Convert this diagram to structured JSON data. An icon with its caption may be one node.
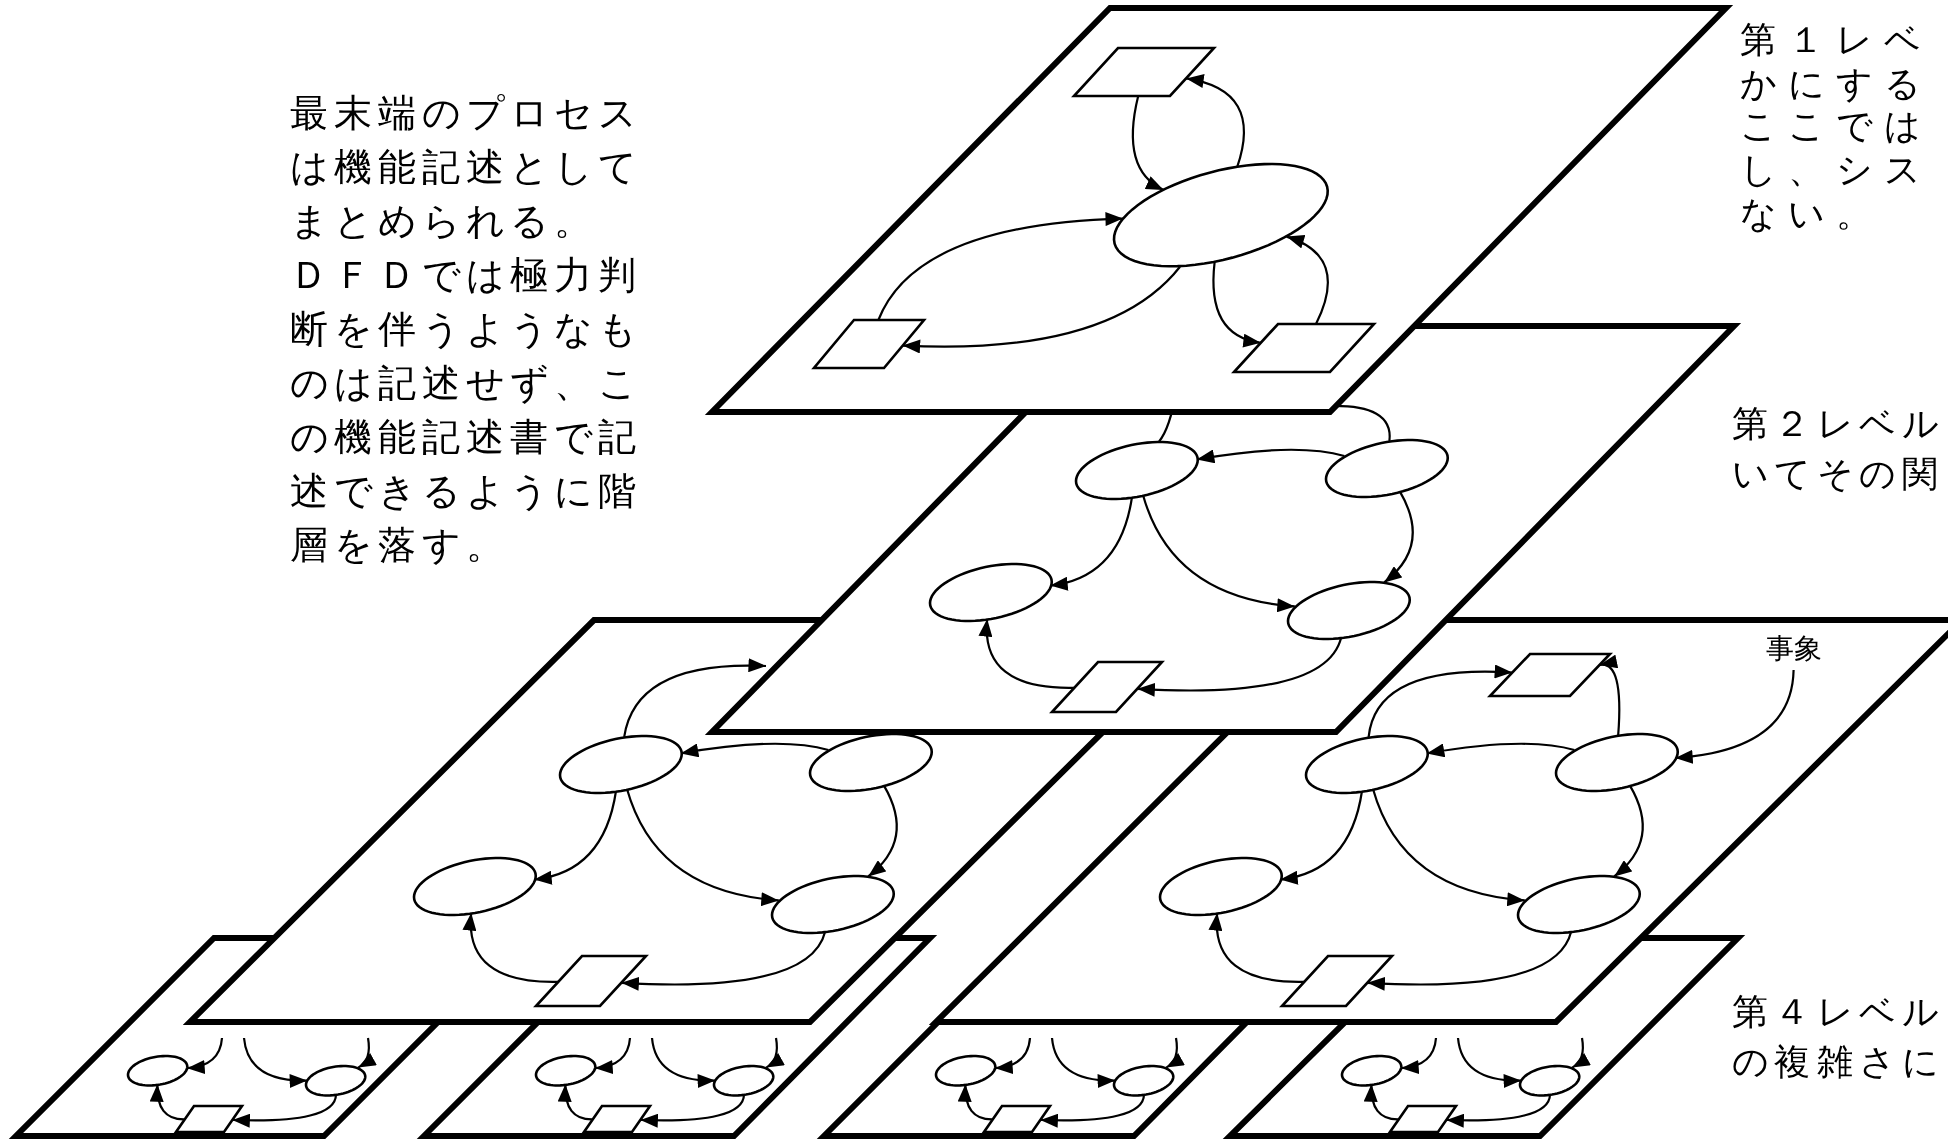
{
  "diagram": {
    "nodes": [
      {
        "text": [],
        "shape": "parallelogram"
      },
      {
        "text": [],
        "shape": "ellipse"
      },
      {
        "text": [],
        "shape": "parallelogram"
      },
      {
        "text": [],
        "shape": "parallelogram"
      },
      {
        "text": [],
        "shape": "ellipse"
      },
      {
        "text": [],
        "shape": "ellipse"
      },
      {
        "text": [],
        "shape": "ellipse"
      },
      {
        "text": [],
        "shape": "ellipse"
      },
      {
        "text": [],
        "shape": "parallelogram"
      },
      {
        "text": [],
        "shape": "ellipse"
      },
      {
        "text": [],
        "shape": "ellipse"
      },
      {
        "text": [],
        "shape": "ellipse"
      },
      {
        "text": [],
        "shape": "ellipse"
      },
      {
        "text": [],
        "shape": "parallelogram"
      },
      {
        "text": [],
        "shape": "parallelogram"
      },
      {
        "text": [],
        "shape": "ellipse"
      },
      {
        "text": [],
        "shape": "ellipse"
      },
      {
        "text": [],
        "shape": "ellipse"
      },
      {
        "text": [],
        "shape": "ellipse"
      },
      {
        "text": [],
        "shape": "parallelogram"
      },
      {
        "text": [
          "事象"
        ]
      },
      {
        "text": [],
        "shape": "ellipse"
      },
      {
        "text": [],
        "shape": "ellipse"
      },
      {
        "text": [],
        "shape": "parallelogram"
      },
      {
        "text": [],
        "shape": "ellipse"
      },
      {
        "text": [],
        "shape": "ellipse"
      },
      {
        "text": [],
        "shape": "parallelogram"
      },
      {
        "text": [],
        "shape": "ellipse"
      },
      {
        "text": [],
        "shape": "ellipse"
      },
      {
        "text": [],
        "shape": "parallelogram"
      },
      {
        "text": [],
        "shape": "ellipse"
      },
      {
        "text": [],
        "shape": "ellipse"
      },
      {
        "text": [],
        "shape": "parallelogram"
      }
    ],
    "edges": [
      {
        "from": 0,
        "to": 1,
        "arrow": "to"
      },
      {
        "from": 1,
        "to": 0,
        "arrow": "to"
      },
      {
        "from": 1,
        "to": 2,
        "arrow": "to"
      },
      {
        "from": 2,
        "to": 1,
        "arrow": "to"
      },
      {
        "from": 1,
        "to": 3,
        "arrow": "to"
      },
      {
        "from": 3,
        "to": 1,
        "arrow": "to"
      },
      {
        "from": 4,
        "to": null,
        "arrow": "none"
      },
      {
        "from": 5,
        "to": null,
        "arrow": "none"
      },
      {
        "from": 5,
        "to": 4,
        "arrow": "to"
      },
      {
        "from": 4,
        "to": 6,
        "arrow": "to"
      },
      {
        "from": 4,
        "to": 7,
        "arrow": "to"
      },
      {
        "from": 5,
        "to": 7,
        "arrow": "to"
      },
      {
        "from": 7,
        "to": 8,
        "arrow": "to"
      },
      {
        "from": 8,
        "to": 6,
        "arrow": "to"
      },
      {
        "from": 9,
        "to": null,
        "arrow": "to"
      },
      {
        "from": 10,
        "to": 9,
        "arrow": "to"
      },
      {
        "from": 9,
        "to": 11,
        "arrow": "to"
      },
      {
        "from": 9,
        "to": 12,
        "arrow": "to"
      },
      {
        "from": 10,
        "to": 12,
        "arrow": "to"
      },
      {
        "from": 12,
        "to": 13,
        "arrow": "to"
      },
      {
        "from": 13,
        "to": 11,
        "arrow": "to"
      },
      {
        "from": 16,
        "to": 15,
        "arrow": "to"
      },
      {
        "from": 16,
        "to": 14,
        "arrow": "to"
      },
      {
        "from": 15,
        "to": 14,
        "arrow": "to"
      },
      {
        "from": 15,
        "to": 17,
        "arrow": "to"
      },
      {
        "from": 15,
        "to": 18,
        "arrow": "to"
      },
      {
        "from": 16,
        "to": 18,
        "arrow": "to"
      },
      {
        "from": 18,
        "to": 19,
        "arrow": "to"
      },
      {
        "from": 19,
        "to": 17,
        "arrow": "to"
      },
      {
        "from": 20,
        "to": 16,
        "arrow": "to"
      },
      {
        "from": null,
        "to": 21,
        "arrow": "to"
      },
      {
        "from": null,
        "to": 22,
        "arrow": "to"
      },
      {
        "from": null,
        "to": 22,
        "arrow": "to"
      },
      {
        "from": 22,
        "to": 23,
        "arrow": "to"
      },
      {
        "from": 23,
        "to": 21,
        "arrow": "to"
      },
      {
        "from": null,
        "to": 24,
        "arrow": "to"
      },
      {
        "from": null,
        "to": 25,
        "arrow": "to"
      },
      {
        "from": null,
        "to": 25,
        "arrow": "to"
      },
      {
        "from": 25,
        "to": 26,
        "arrow": "to"
      },
      {
        "from": 26,
        "to": 24,
        "arrow": "to"
      },
      {
        "from": null,
        "to": 27,
        "arrow": "to"
      },
      {
        "from": null,
        "to": 28,
        "arrow": "to"
      },
      {
        "from": null,
        "to": 28,
        "arrow": "to"
      },
      {
        "from": 28,
        "to": 29,
        "arrow": "to"
      },
      {
        "from": 29,
        "to": 27,
        "arrow": "to"
      },
      {
        "from": null,
        "to": 30,
        "arrow": "to"
      },
      {
        "from": null,
        "to": 31,
        "arrow": "to"
      },
      {
        "from": null,
        "to": 31,
        "arrow": "to"
      },
      {
        "from": 31,
        "to": 32,
        "arrow": "to"
      },
      {
        "from": 32,
        "to": 30,
        "arrow": "to"
      }
    ],
    "labels": [
      "最末端のプロセスは機能記述としてまとめられる。",
      "ＤＦＤでは極力判断を伴うようなものは記述せず、この機能記述書で記述できるように階層を落す。",
      "第１レベかにするここではし、シスない。",
      "第２レベルいてその関",
      "第４レベルの複雑さに"
    ]
  }
}
